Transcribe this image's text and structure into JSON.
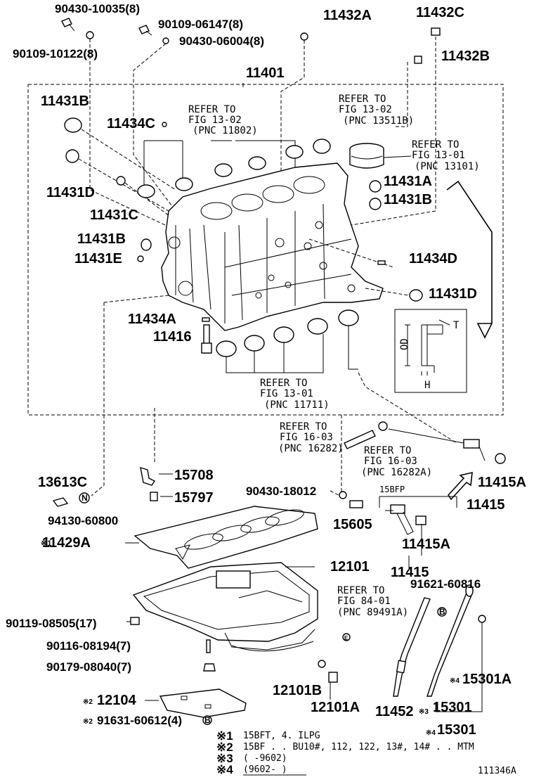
{
  "labels": {
    "p_90430_10035": "90430-10035(8)",
    "p_90109_10122": "90109-10122(8)",
    "p_90109_06147": "90109-06147(8)",
    "p_90430_06004": "90430-06004(8)",
    "p_11432A": "11432A",
    "p_11432C": "11432C",
    "p_11432B": "11432B",
    "p_11401": "11401",
    "p_11431B_top": "11431B",
    "p_11434C": "11434C",
    "p_11431D_left": "11431D",
    "p_11431C": "11431C",
    "p_11431B_mid": "11431B",
    "p_11431E": "11431E",
    "p_11431A": "11431A",
    "p_11431B_right": "11431B",
    "p_11434D": "11434D",
    "p_11431D_right": "11431D",
    "p_11434A": "11434A",
    "p_11416": "11416",
    "p_15708": "15708",
    "p_15797": "15797",
    "p_13613C": "13613C",
    "p_94130_60800": "94130-60800",
    "p_11429A": "11429A",
    "p_90430_18012": "90430-18012",
    "p_15605": "15605",
    "p_12101": "12101",
    "p_11415A_1": "11415A",
    "p_11415_1": "11415",
    "p_11415A_2": "11415A",
    "p_11415_2": "11415",
    "p_15BFP": "15BFP",
    "p_91621_60816": "91621-60816",
    "p_90119_08505": "90119-08505(17)",
    "p_90116_08194": "90116-08194(7)",
    "p_90179_08040": "90179-08040(7)",
    "p_12101B": "12101B",
    "p_12101A": "12101A",
    "p_12104": "12104",
    "p_91631_60612": "91631-60612(4)",
    "p_11452": "11452",
    "p_15301A": "15301A",
    "p_15301_a": "15301",
    "p_15301_b": "15301",
    "mark_1": "※1",
    "mark_2": "※2",
    "mark_3": "※3",
    "mark_4": "※4",
    "circle_N": "N",
    "circle_B": "B",
    "circle_E": "E",
    "dim_OD": "OD",
    "dim_T": "T",
    "dim_H": "H",
    "diagram_id": "111346A"
  },
  "refers": {
    "r1": [
      "REFER TO",
      "FIG 13-02",
      "(PNC 11802)"
    ],
    "r2": [
      "REFER TO",
      "FIG 13-02",
      "(PNC 13511B)"
    ],
    "r3": [
      "REFER TO",
      "FIG 13-01",
      "(PNC 13101)"
    ],
    "r4": [
      "REFER TO",
      "FIG 13-01",
      "(PNC 11711)"
    ],
    "r5": [
      "REFER TO",
      "FIG 16-03",
      "(PNC 16282)"
    ],
    "r6": [
      "REFER TO",
      "FIG 16-03",
      "(PNC 16282A)"
    ],
    "r7": [
      "REFER TO",
      "FIG 84-01",
      "(PNC 89491A)"
    ]
  },
  "notes": [
    {
      "mark": "※1",
      "text": "15BFT, 4. ILPG"
    },
    {
      "mark": "※2",
      "text": "15BF . . BU10#, 112, 122, 13#, 14# . . MTM"
    },
    {
      "mark": "※3",
      "text": "(        -9602)"
    },
    {
      "mark": "※4",
      "text": "(9602-        )"
    }
  ]
}
